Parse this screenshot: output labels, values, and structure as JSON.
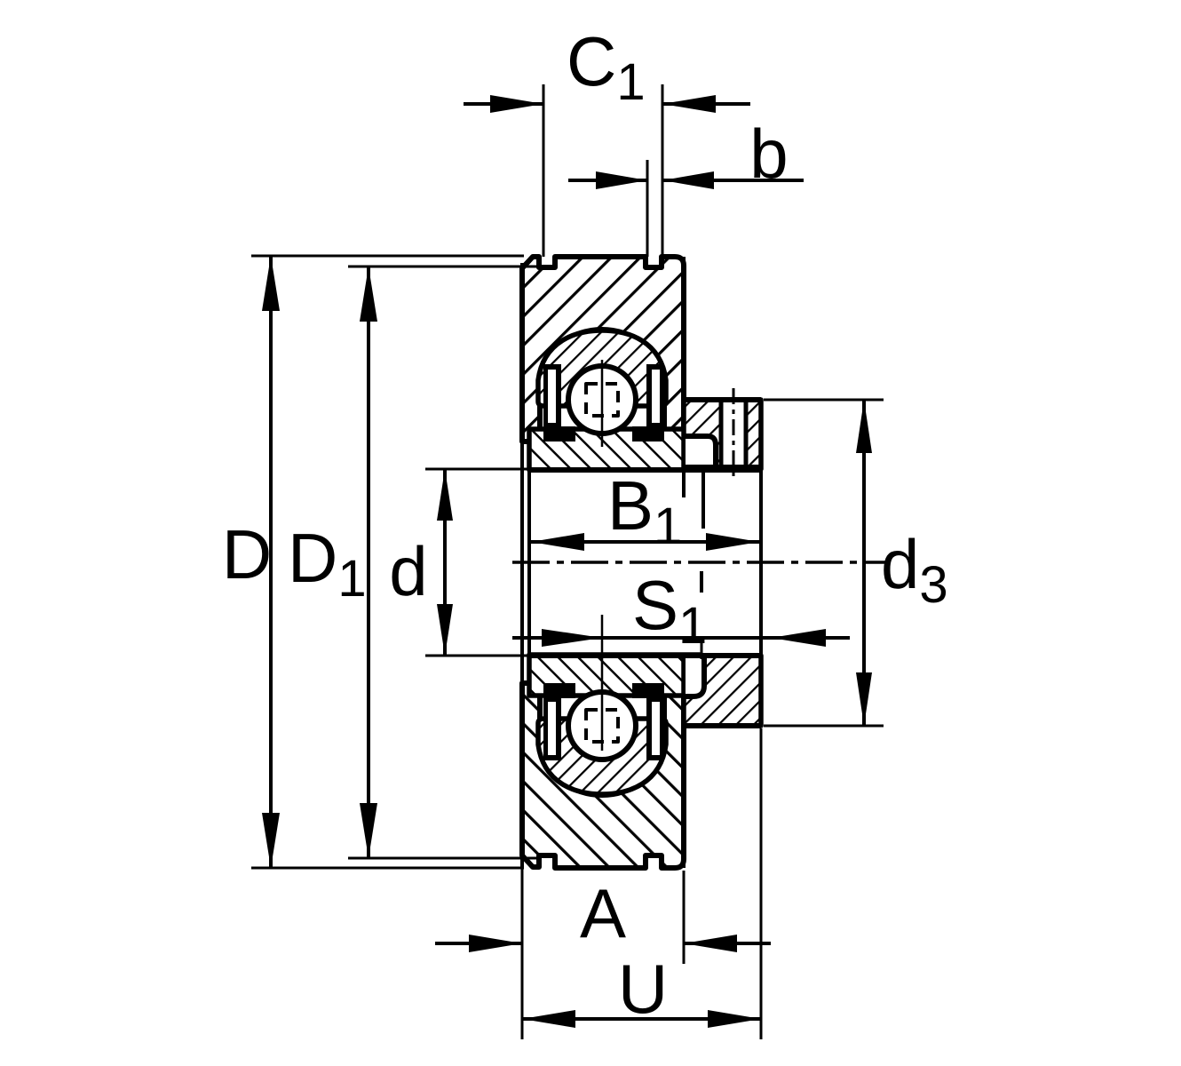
{
  "figure": {
    "type": "technical-dimension-drawing",
    "subject": "radial insert ball bearing cross-section with eccentric locking collar",
    "background_color": "#ffffff",
    "line_color": "#000000"
  },
  "labels": {
    "c1": {
      "main": "C",
      "sub": "1"
    },
    "b": {
      "main": "b",
      "sub": ""
    },
    "d_outer": {
      "main": "D",
      "sub": ""
    },
    "d1": {
      "main": "D",
      "sub": "1"
    },
    "d_bore": {
      "main": "d",
      "sub": ""
    },
    "b1": {
      "main": "B",
      "sub": "1"
    },
    "s1": {
      "main": "S",
      "sub": "1"
    },
    "d3": {
      "main": "d",
      "sub": "3"
    },
    "a": {
      "main": "A",
      "sub": ""
    },
    "u": {
      "main": "U",
      "sub": ""
    }
  }
}
